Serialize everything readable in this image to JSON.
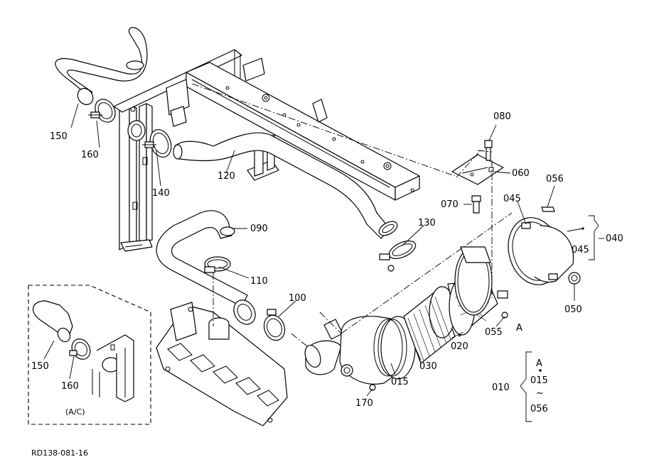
{
  "drawing_id": "RD138-081-16",
  "labels": {
    "p150": "150",
    "p160": "160",
    "p140": "140",
    "p120": "120",
    "p090": "090",
    "p110": "110",
    "p100": "100",
    "p130": "130",
    "p080": "080",
    "p060": "060",
    "p070": "070",
    "p056": "056",
    "p045a": "045",
    "p045b": "045",
    "p040": "040",
    "p050": "050",
    "p055": "055",
    "pA": "A",
    "p020": "020",
    "p030": "030",
    "p015": "015",
    "p170": "170",
    "inset150": "150",
    "inset160": "160",
    "inset_caption": "(A/C)"
  },
  "group_010": {
    "label": "010",
    "top": "A",
    "from": "015",
    "tilde": "~",
    "to": "056"
  }
}
